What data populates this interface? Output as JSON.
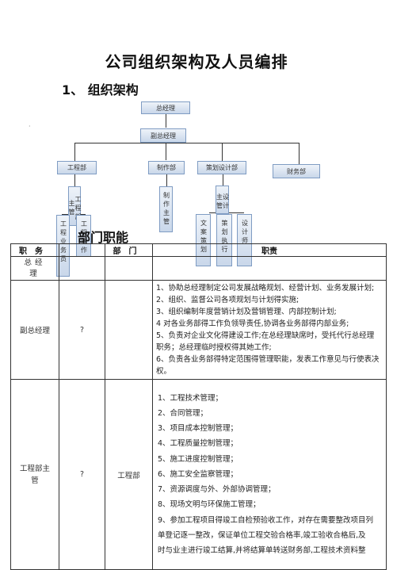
{
  "title": "公司组织架构及人员编排",
  "section1": "1、 组织架构",
  "section2_partial": "部门职能",
  "dot": "·",
  "org": {
    "gm": "总经理",
    "deputy": "副总经理",
    "eng_dept": "工程部",
    "prod_dept": "制作部",
    "plan_dept": "策划设计部",
    "fin_dept": "财务部",
    "eng_sub1": "工程部主管",
    "eng_sub2": "工程业务员",
    "eng_sub3": "工程制作",
    "prod_sub": "制作主管",
    "plan_sub": "设计主管",
    "plan_sub1": "文案策划",
    "plan_sub2": "策划执行",
    "plan_sub3": "设计师"
  },
  "table": {
    "headers": [
      "职务",
      "",
      "部门",
      "职责"
    ],
    "rows": [
      {
        "position": "总经理",
        "count": "",
        "dept": "",
        "duties": []
      },
      {
        "position": "副总经理",
        "count": "?",
        "dept": "",
        "duties": [
          "1、协助总经理制定公司发展战略规划、经营计划、业务发展计划;",
          "2、组织、监督公司各项规划与计划得实施;",
          "3、组织编制年度营销计划及营销管理、内部控制计划;",
          "4 对各业务部得工作负领导责任,协调各业务部得内部业务;",
          "5、负责对企业文化得建设工作;在总经理缺席时，受托代行总经理",
          "职务；总经理临时授权得其她工作;",
          "6、负责各业务部得特定范围得管理职能，发表工作意见与行使表决",
          "权。"
        ]
      },
      {
        "position": "工程部主管",
        "count": "?",
        "dept": "工程部",
        "duties": [
          "1、工程技术管理；",
          "2、合同管理；",
          "3、项目成本控制管理；",
          "4、工程质量控制管理；",
          "5、施工进度控制管理；",
          "6、施工安全监察管理；",
          "7、资源调度与外、外部协调管理；",
          "8、现场文明与环保施工管理；",
          "9、参加工程项目得竣工自检预验收工作，对存在需要整改项目列",
          "单登记逐一整改，保证单位工程交验合格率,竣工验收合格后,及",
          "时与业主进行竣工结算,并将结算单转送财务部,工程技术资料整"
        ]
      }
    ]
  }
}
